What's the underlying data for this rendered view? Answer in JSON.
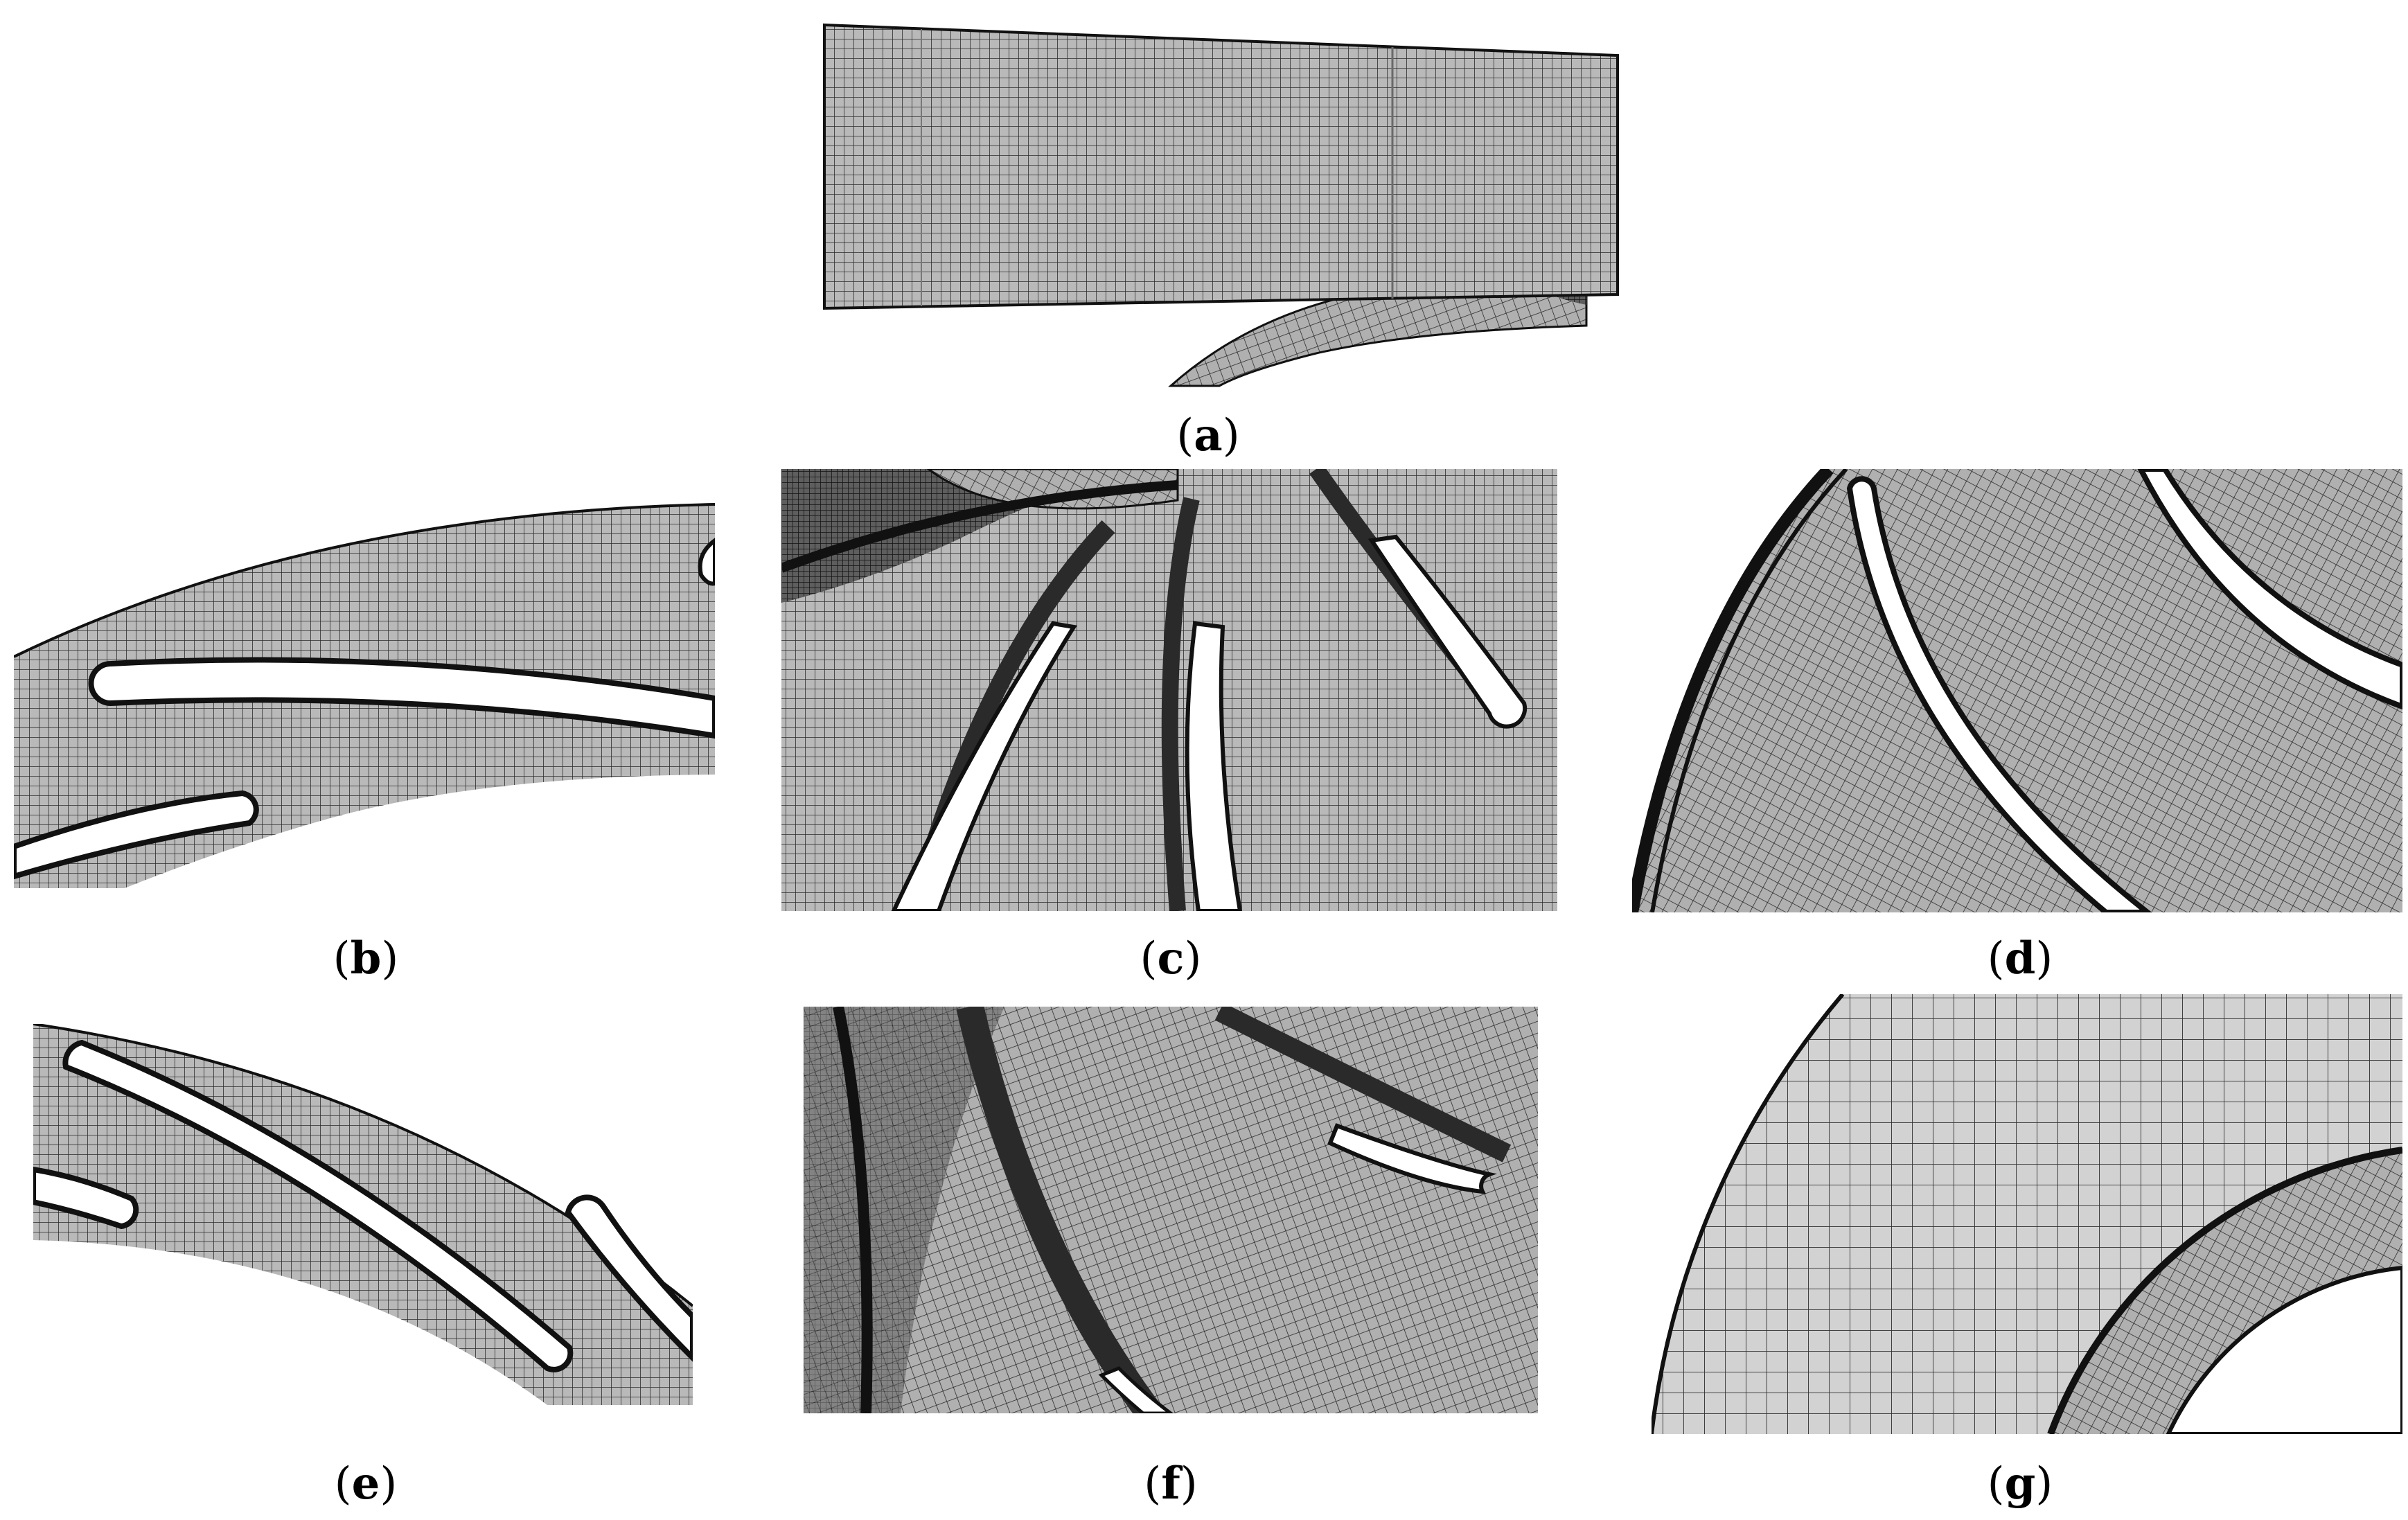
{
  "panels": [
    {
      "id": "a",
      "caption": {
        "open": "(",
        "letter": "a",
        "close": ")"
      }
    },
    {
      "id": "b",
      "caption": {
        "open": "(",
        "letter": "b",
        "close": ")"
      }
    },
    {
      "id": "c",
      "caption": {
        "open": "(",
        "letter": "c",
        "close": ")"
      }
    },
    {
      "id": "d",
      "caption": {
        "open": "(",
        "letter": "d",
        "close": ")"
      }
    },
    {
      "id": "e",
      "caption": {
        "open": "(",
        "letter": "e",
        "close": ")"
      }
    },
    {
      "id": "f",
      "caption": {
        "open": "(",
        "letter": "f",
        "close": ")"
      }
    },
    {
      "id": "g",
      "caption": {
        "open": "(",
        "letter": "g",
        "close": ")"
      }
    }
  ],
  "colors": {
    "mesh_fill": "#b4b4b4",
    "mesh_line": "#2a2a2a",
    "dense_line": "#111111",
    "blade_slot": "#ffffff"
  }
}
